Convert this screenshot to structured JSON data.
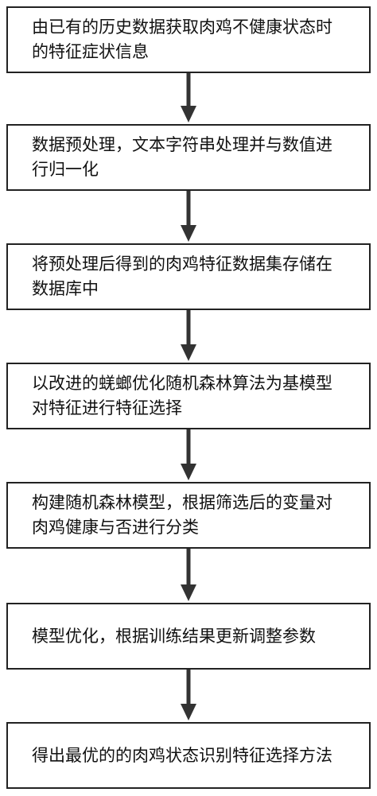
{
  "flowchart": {
    "steps": [
      {
        "text": "由已有的历史数据获取肉鸡不健康状态时的特征症状信息"
      },
      {
        "text": "数据预处理，文本字符串处理并与数值进行归一化"
      },
      {
        "text": "将预处理后得到的肉鸡特征数据集存储在数据库中"
      },
      {
        "text": "以改进的蜣螂优化随机森林算法为基模型对特征进行特征选择"
      },
      {
        "text": "构建随机森林模型，根据筛选后的变量对肉鸡健康与否进行分类"
      },
      {
        "text": "模型优化，根据训练结果更新调整参数"
      },
      {
        "text": "得出最优的的肉鸡状态识别特征选择方法"
      }
    ]
  },
  "colors": {
    "border": "#222222",
    "arrow": "#333333",
    "text": "#111111",
    "background": "#ffffff"
  }
}
